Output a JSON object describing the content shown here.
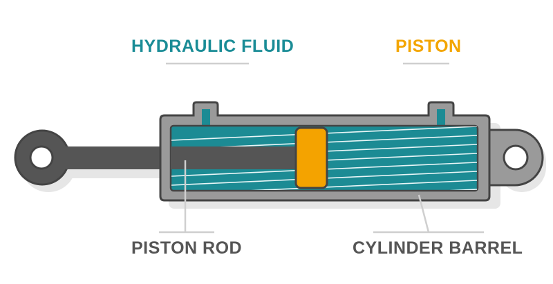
{
  "labels": {
    "hydraulic_fluid": "HYDRAULIC FLUID",
    "piston": "PISTON",
    "piston_rod": "PISTON ROD",
    "cylinder_barrel": "CYLINDER BARREL"
  },
  "colors": {
    "fluid": "#1c8b94",
    "piston": "#f4a300",
    "rod": "#555555",
    "barrel": "#9a9a9a",
    "outline": "#444444",
    "teal_text": "#1a8c96",
    "orange_text": "#f3a500"
  }
}
